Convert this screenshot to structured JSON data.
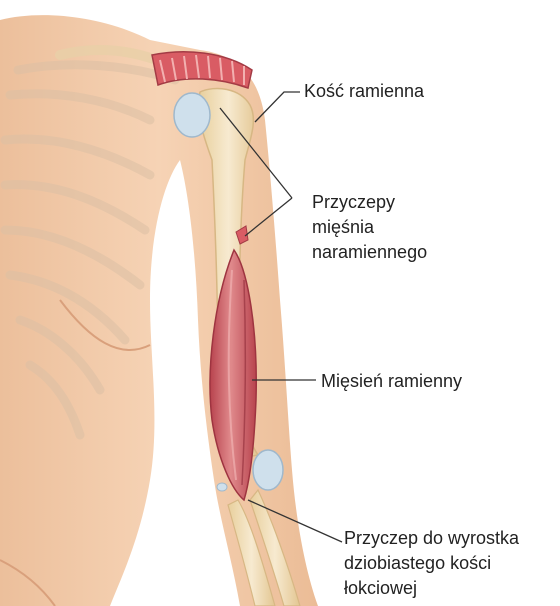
{
  "labels": {
    "humerus": "Kość ramienna",
    "deltoid_attachments": [
      "Przyczepy",
      "mięśnia",
      "naramiennego"
    ],
    "brachialis": "Mięsień ramienny",
    "ulna_attachment": [
      "Przyczep do wyrostka",
      "dziobiastego kości",
      "łokciowej"
    ]
  },
  "colors": {
    "skin": "#f3c9a6",
    "skin_shadow": "#e5b28c",
    "bone": "#f1e0b6",
    "muscle": "#c9575f",
    "muscle_light": "#e08a8c",
    "cartilage": "#bcd3e3",
    "ribs": "#d8b79b",
    "leader_line": "#333333",
    "text": "#222222"
  }
}
